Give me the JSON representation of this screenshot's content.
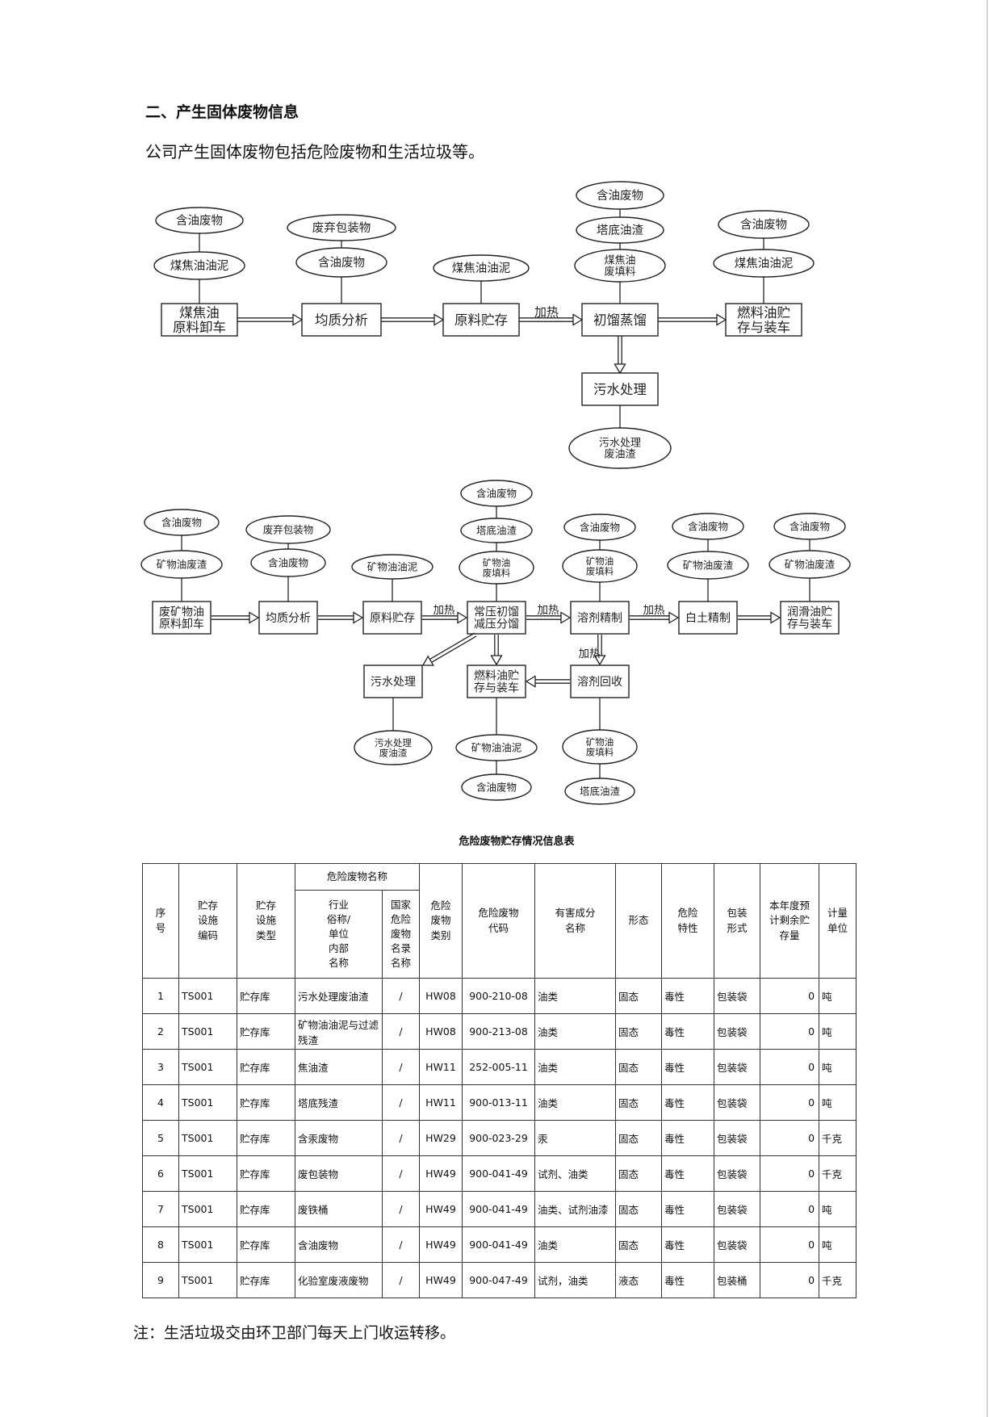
{
  "section": {
    "heading": "二、产生固体废物信息",
    "intro": "公司产生固体废物包括危险废物和生活垃圾等。"
  },
  "diagram1": {
    "nodes": {
      "unload": "煤焦油\n原料卸车",
      "homog": "均质分析",
      "store": "原料贮存",
      "distill": "初馏蒸馏",
      "fuel": "燃料油贮\n存与装车",
      "sewage": "污水处理",
      "w_unload_1": "含油废物",
      "w_unload_2": "煤焦油油泥",
      "w_homog_1": "废弃包装物",
      "w_homog_2": "含油废物",
      "w_store_1": "煤焦油油泥",
      "w_distill_1": "含油废物",
      "w_distill_2": "塔底油渣",
      "w_distill_3": "煤焦油\n废填料",
      "w_fuel_1": "含油废物",
      "w_fuel_2": "煤焦油油泥",
      "w_sewage_1": "污水处理\n废油渣"
    },
    "edge_labels": {
      "heat": "加热"
    }
  },
  "diagram2": {
    "nodes": {
      "unload": "废矿物油\n原料卸车",
      "homog": "均质分析",
      "store": "原料贮存",
      "distill": "常压初馏\n减压分馏",
      "solvent": "溶剂精制",
      "clay": "白土精制",
      "lube": "润滑油贮\n存与装车",
      "sewage": "污水处理",
      "fuel": "燃料油贮\n存与装车",
      "recover": "溶剂回收",
      "w_unload_1": "含油废物",
      "w_unload_2": "矿物油废渣",
      "w_homog_1": "废弃包装物",
      "w_homog_2": "含油废物",
      "w_store_1": "矿物油油泥",
      "w_distill_1": "含油废物",
      "w_distill_2": "塔底油渣",
      "w_distill_3": "矿物油\n废填料",
      "w_solvent_1": "含油废物",
      "w_solvent_2": "矿物油\n废填料",
      "w_clay_1": "含油废物",
      "w_clay_2": "矿物油废渣",
      "w_lube_1": "含油废物",
      "w_lube_2": "矿物油废渣",
      "w_sewage_1": "污水处理\n废油渣",
      "w_fuel_1": "矿物油油泥",
      "w_fuel_2": "含油废物",
      "w_recover_1": "矿物油\n废填料",
      "w_recover_2": "塔底油渣"
    },
    "edge_labels": {
      "heat": "加热"
    }
  },
  "table": {
    "title": "危险废物贮存情况信息表",
    "headers": {
      "seq": "序\n号",
      "facility_code": "贮存\n设施\n编码",
      "facility_type": "贮存\n设施\n类型",
      "name_group": "危险废物名称",
      "industry_name": "行业\n俗称/\n单位\n内部\n名称",
      "national_name": "国家\n危险\n废物\n名录\n名称",
      "category": "危险\n废物\n类别",
      "code": "危险废物\n代码",
      "component": "有害成分\n名称",
      "form": "形态",
      "property": "危险\n特性",
      "package": "包装\n形式",
      "remaining": "本年度预\n计剩余贮\n存量",
      "unit": "计量\n单位"
    },
    "rows": [
      [
        "1",
        "TS001",
        "贮存库",
        "污水处理废油渣",
        "/",
        "HW08",
        "900-210-08",
        "油类",
        "固态",
        "毒性",
        "包装袋",
        "0",
        "吨"
      ],
      [
        "2",
        "TS001",
        "贮存库",
        "矿物油油泥与过滤残渣",
        "/",
        "HW08",
        "900-213-08",
        "油类",
        "固态",
        "毒性",
        "包装袋",
        "0",
        "吨"
      ],
      [
        "3",
        "TS001",
        "贮存库",
        "焦油渣",
        "/",
        "HW11",
        "252-005-11",
        "油类",
        "固态",
        "毒性",
        "包装袋",
        "0",
        "吨"
      ],
      [
        "4",
        "TS001",
        "贮存库",
        "塔底残渣",
        "/",
        "HW11",
        "900-013-11",
        "油类",
        "固态",
        "毒性",
        "包装袋",
        "0",
        "吨"
      ],
      [
        "5",
        "TS001",
        "贮存库",
        "含汞废物",
        "/",
        "HW29",
        "900-023-29",
        "汞",
        "固态",
        "毒性",
        "包装袋",
        "0",
        "千克"
      ],
      [
        "6",
        "TS001",
        "贮存库",
        "废包装物",
        "/",
        "HW49",
        "900-041-49",
        "试剂、油类",
        "固态",
        "毒性",
        "包装袋",
        "0",
        "千克"
      ],
      [
        "7",
        "TS001",
        "贮存库",
        "废铁桶",
        "/",
        "HW49",
        "900-041-49",
        "油类、试剂油漆",
        "固态",
        "毒性",
        "包装袋",
        "0",
        "吨"
      ],
      [
        "8",
        "TS001",
        "贮存库",
        "含油废物",
        "/",
        "HW49",
        "900-041-49",
        "油类",
        "固态",
        "毒性",
        "包装袋",
        "0",
        "吨"
      ],
      [
        "9",
        "TS001",
        "贮存库",
        "化验室废液废物",
        "/",
        "HW49",
        "900-047-49",
        "试剂，油类",
        "液态",
        "毒性",
        "包装桶",
        "0",
        "千克"
      ]
    ]
  },
  "note": "注：生活垃圾交由环卫部门每天上门收运转移。"
}
